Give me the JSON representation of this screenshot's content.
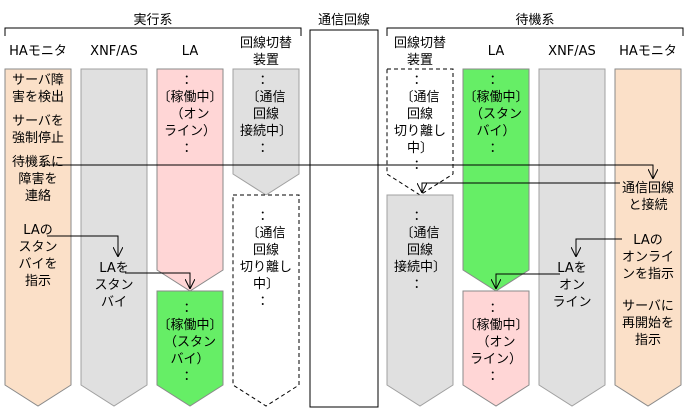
{
  "headers": {
    "active_group": "実行系",
    "line_center": "通信回線",
    "standby_group": "待機系"
  },
  "columns": {
    "ha_active": "HAモニタ",
    "xnf_active": "XNF/AS",
    "la_active": "LA",
    "switch_active": "回線切替\n装置",
    "switch_standby": "回線切替\n装置",
    "la_standby": "LA",
    "xnf_standby": "XNF/AS",
    "ha_standby": "HAモニタ"
  },
  "labels": {
    "ha_a_1": "サーバ障\n害を検出",
    "ha_a_2": "サーバを\n強制停止",
    "ha_a_3": "待機系に\n障害を\n連絡",
    "ha_a_4": "LAの\nスタン\nバイを\n指示",
    "xnf_a_1": "LAを\nスタン\nバイ",
    "la_a_1": "：\n〔稼働中〕\n（オン\nライン）\n：",
    "la_a_2": "：\n〔稼働中〕\n（スタン\nバイ）\n：",
    "sw_a_1": "：\n〔通信\n回線\n接続中〕\n：",
    "sw_a_2": "：\n〔通信\n回線\n切り離し\n中〕\n：",
    "sw_s_1": "：\n〔通信\n回線\n切り離し\n中〕\n：",
    "sw_s_2": "：\n〔通信\n回線\n接続中〕\n：",
    "la_s_1": "：\n〔稼働中〕\n（スタン\nバイ）\n：",
    "la_s_2": "：\n〔稼働中〕\n（オン\nライン）\n：",
    "xnf_s_1": "LAを\nオン\nライン",
    "ha_s_1": "通信回線\nと接続",
    "ha_s_2": "LAの\nオンライ\nンを指示",
    "ha_s_3": "サーバに\n再開始を\n指示"
  },
  "colors": {
    "ha_fill": "#fbe0c8",
    "gray_fill": "#e0e0e0",
    "online_fill": "#ffd6d6",
    "standby_fill": "#66ee66",
    "line_box": "#ffffff"
  }
}
